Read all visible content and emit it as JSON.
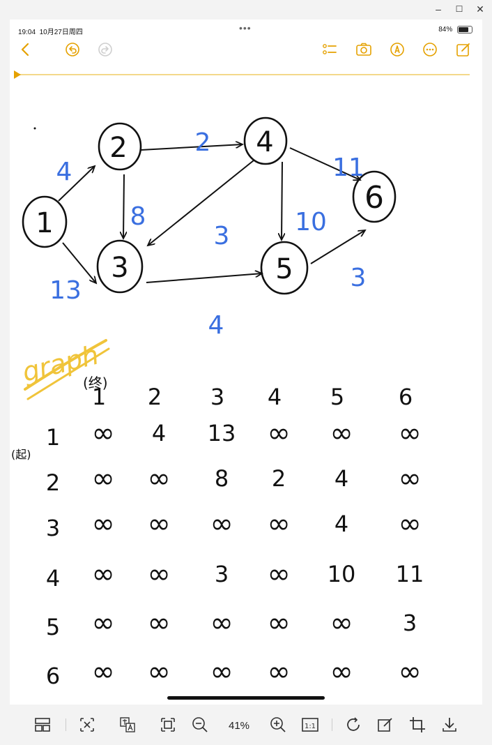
{
  "window": {
    "controls": [
      "minimize",
      "maximize",
      "close"
    ],
    "minimize_glyph": "–",
    "maximize_glyph": "☐",
    "close_glyph": "✕"
  },
  "status_bar": {
    "time": "19:04",
    "date": "10月27日周四",
    "battery": "84%",
    "dots": "•••"
  },
  "toolbar": {
    "icons": [
      "back-chevron-icon",
      "undo-icon",
      "redo-icon",
      "checklist-icon",
      "camera-icon",
      "markup-pen-icon",
      "more-icon",
      "compose-icon"
    ],
    "accent_color": "#e5a100"
  },
  "note": {
    "ink_color": "#111111",
    "weight_color": "#3a6fe0",
    "graph_label_color": "#f0c43a",
    "graph_label": "graph",
    "nodes": [
      "1",
      "2",
      "3",
      "4",
      "5",
      "6"
    ],
    "edges": [
      {
        "from": "1",
        "to": "2",
        "weight": "4"
      },
      {
        "from": "1",
        "to": "3",
        "weight": "13"
      },
      {
        "from": "2",
        "to": "3",
        "weight": "8"
      },
      {
        "from": "2",
        "to": "4",
        "weight": "2"
      },
      {
        "from": "4",
        "to": "3",
        "weight": "3"
      },
      {
        "from": "4",
        "to": "5",
        "weight": "10"
      },
      {
        "from": "4",
        "to": "6",
        "weight": "11"
      },
      {
        "from": "3",
        "to": "5",
        "weight": "4"
      },
      {
        "from": "5",
        "to": "6",
        "weight": "3"
      }
    ],
    "matrix_col_header_label": "(终)",
    "matrix_row_header_label": "(起)",
    "matrix_cols": [
      "1",
      "2",
      "3",
      "4",
      "5",
      "6"
    ],
    "matrix_rows": [
      "1",
      "2",
      "3",
      "4",
      "5",
      "6"
    ],
    "matrix": [
      [
        "∞",
        "4",
        "13",
        "∞",
        "∞",
        "∞"
      ],
      [
        "∞",
        "∞",
        "8",
        "2",
        "4",
        "∞"
      ],
      [
        "∞",
        "∞",
        "∞",
        "∞",
        "4",
        "∞"
      ],
      [
        "∞",
        "∞",
        "3",
        "∞",
        "10",
        "11"
      ],
      [
        "∞",
        "∞",
        "∞",
        "∞",
        "∞",
        "3"
      ],
      [
        "∞",
        "∞",
        "∞",
        "∞",
        "∞",
        "∞"
      ]
    ]
  },
  "bottom_toolbar": {
    "icons": [
      "layout-icon",
      "fit-width-icon",
      "translate-icon",
      "fit-page-icon",
      "zoom-out-icon",
      "zoom-in-icon",
      "actual-size-icon",
      "rotate-icon",
      "edit-icon",
      "crop-icon",
      "download-icon"
    ],
    "zoom_level": "41%",
    "actual_size_label": "1:1"
  }
}
